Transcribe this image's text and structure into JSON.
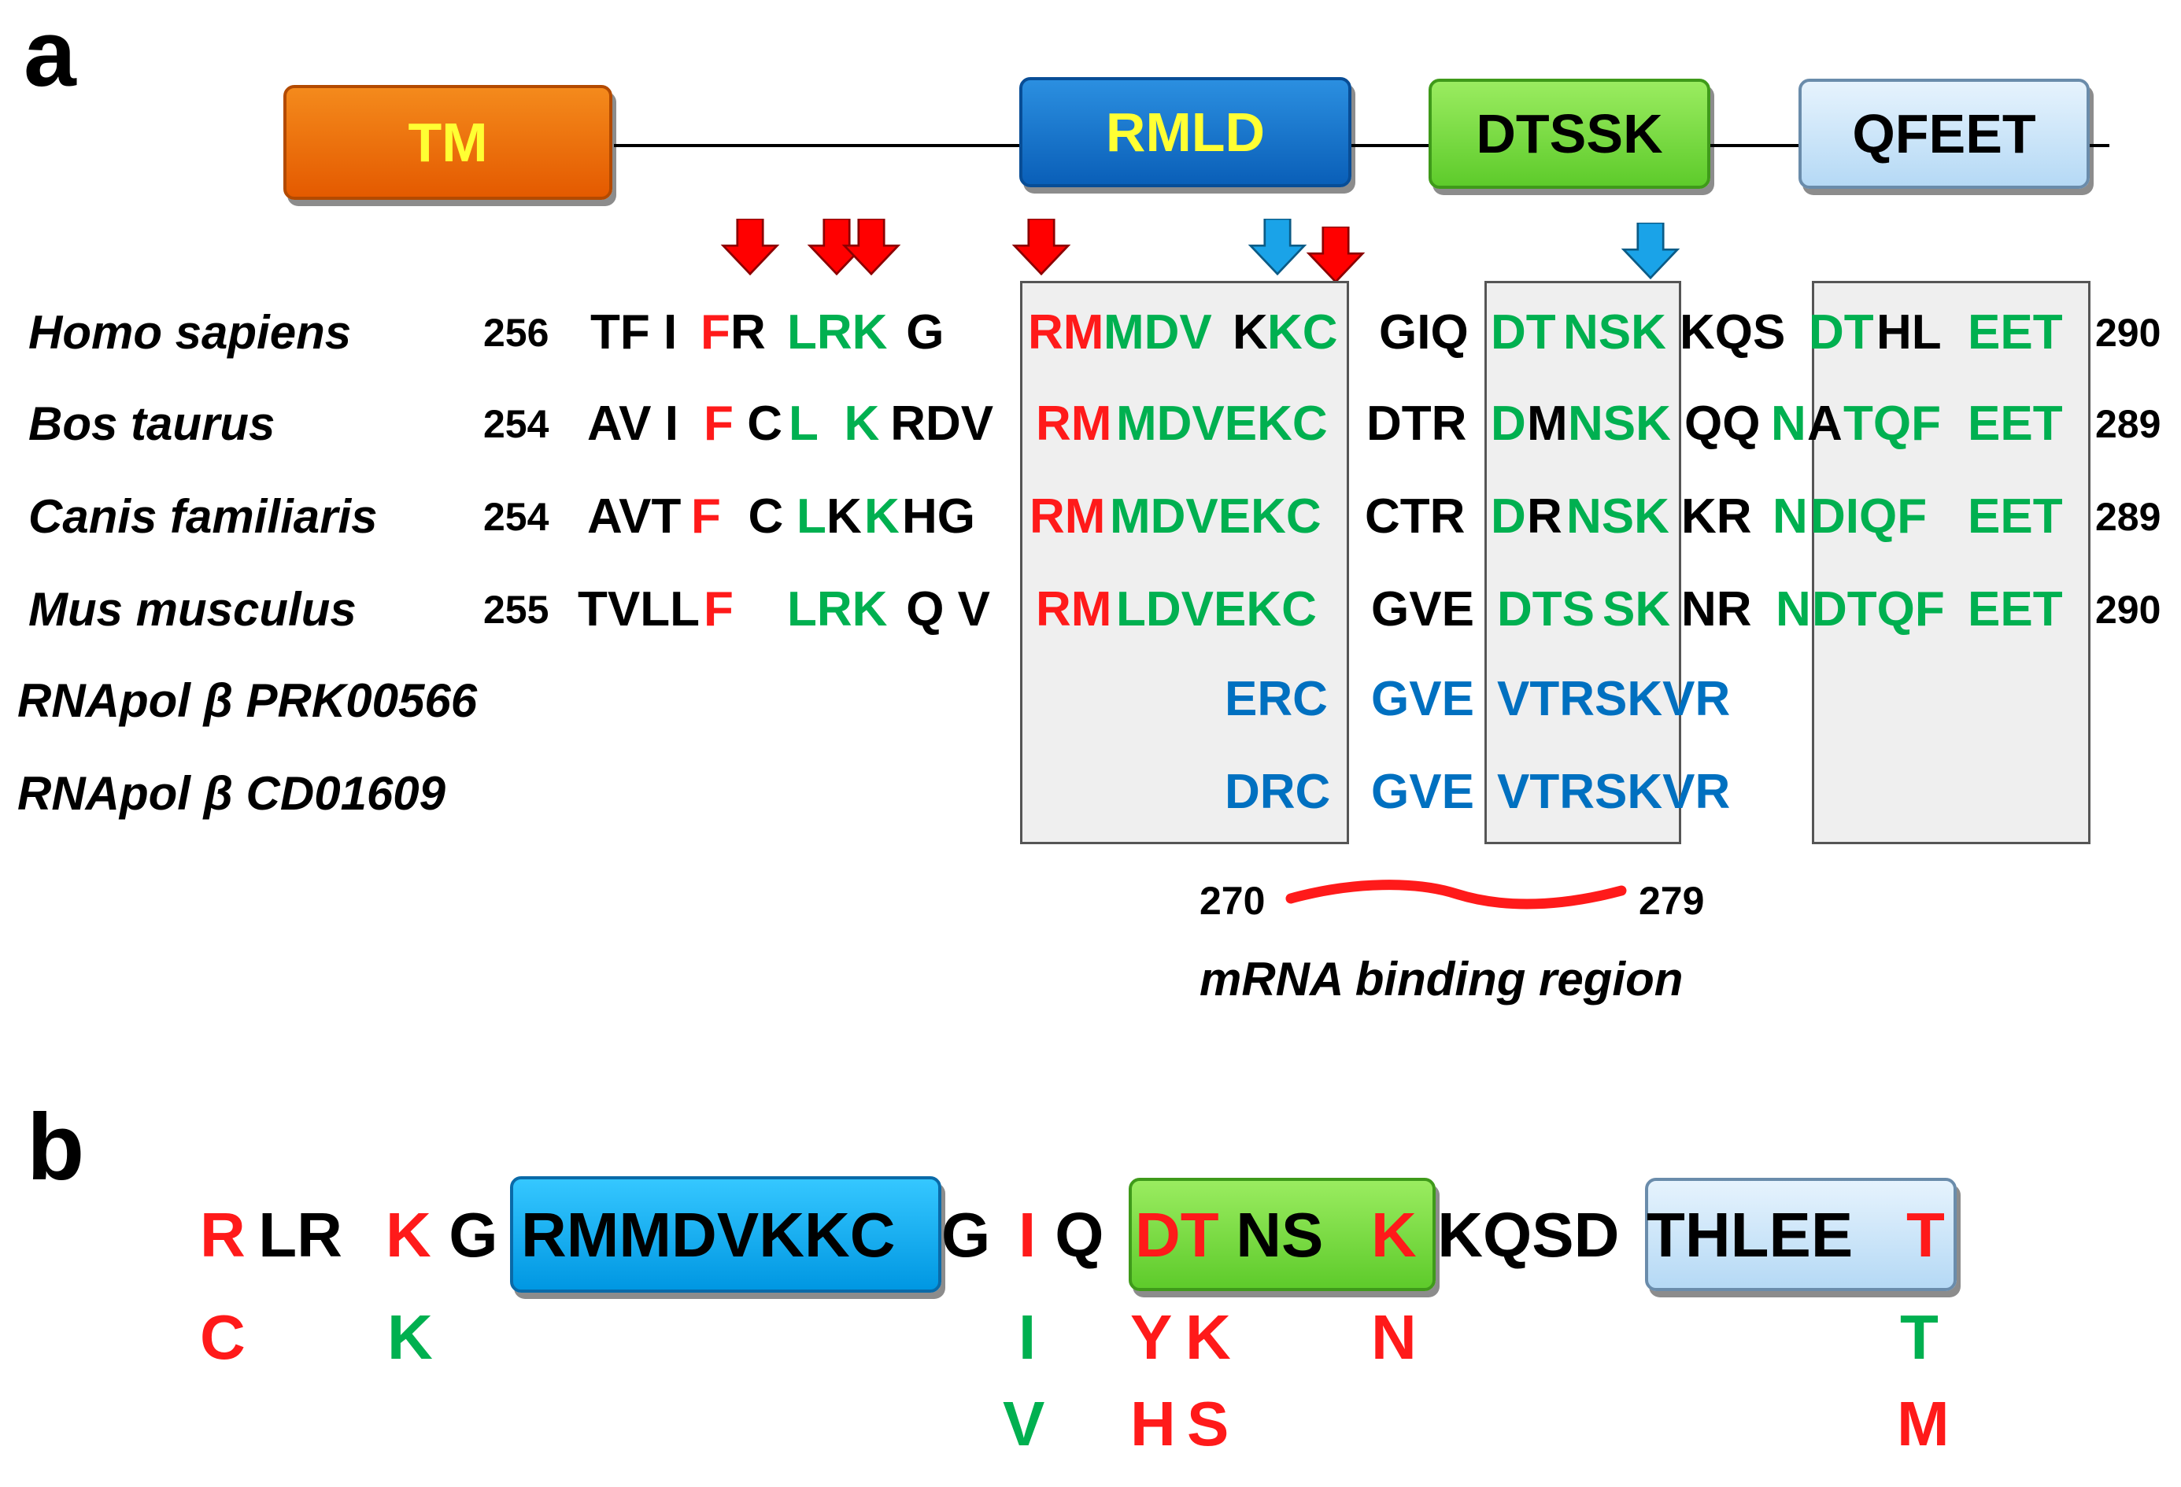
{
  "panel_a": {
    "letter": "a",
    "domains": [
      {
        "label": "TM",
        "color": "#e8620a",
        "text_color": "#ffff33"
      },
      {
        "label": "RMLD",
        "color": "#0a6cc8",
        "text_color": "#ffff33"
      },
      {
        "label": "DTSSK",
        "color": "#6fd43a",
        "text_color": "#000000"
      },
      {
        "label": "QFEET",
        "color": "#c7e4f8",
        "text_color": "#000000"
      }
    ],
    "arrow_colors": {
      "red": "#ff0000",
      "blue": "#1aa3e8"
    },
    "rows": [
      {
        "species": "Homo sapiens",
        "start": "256",
        "end": "290",
        "segments": [
          {
            "t": "TF I ",
            "c": "k"
          },
          {
            "t": "F",
            "c": "r"
          },
          {
            "t": "R ",
            "c": "k"
          },
          {
            "t": "LRK",
            "c": "g"
          },
          {
            "t": " G",
            "c": "k"
          },
          {
            "t": "RM",
            "c": "r"
          },
          {
            "t": "MDV",
            "c": "g"
          },
          {
            "t": "K",
            "c": "k"
          },
          {
            "t": "KC",
            "c": "g"
          },
          {
            "t": "GIQ",
            "c": "k"
          },
          {
            "t": "DT",
            "c": "g"
          },
          {
            "t": "NSK",
            "c": "g"
          },
          {
            "t": "KQS",
            "c": "k"
          },
          {
            "t": "DT",
            "c": "g"
          },
          {
            "t": "HL ",
            "c": "k"
          },
          {
            "t": "EET",
            "c": "g"
          }
        ]
      },
      {
        "species": "Bos taurus",
        "start": "254",
        "end": "289",
        "segments": [
          {
            "t": "AV I ",
            "c": "k"
          },
          {
            "t": "F",
            "c": "r"
          },
          {
            "t": " C",
            "c": "k"
          },
          {
            "t": "L",
            "c": "g"
          },
          {
            "t": "  K",
            "c": "g"
          },
          {
            "t": " RDV",
            "c": "k"
          },
          {
            "t": "RM",
            "c": "r"
          },
          {
            "t": "MDVEKC",
            "c": "g"
          },
          {
            "t": "DTR",
            "c": "k"
          },
          {
            "t": "D",
            "c": "g"
          },
          {
            "t": "M",
            "c": "k"
          },
          {
            "t": "NSK",
            "c": "g"
          },
          {
            "t": "QQ",
            "c": "k"
          },
          {
            "t": "N",
            "c": "g"
          },
          {
            "t": "A",
            "c": "k"
          },
          {
            "t": "TQF ",
            "c": "g"
          },
          {
            "t": "EET",
            "c": "g"
          }
        ]
      },
      {
        "species": "Canis familiaris",
        "start": "254",
        "end": "289",
        "segments": [
          {
            "t": "AVT",
            "c": "k"
          },
          {
            "t": "F",
            "c": "r"
          },
          {
            "t": "  C",
            "c": "k"
          },
          {
            "t": "L",
            "c": "g"
          },
          {
            "t": "K",
            "c": "k"
          },
          {
            "t": "K",
            "c": "g"
          },
          {
            "t": "HG",
            "c": "k"
          },
          {
            "t": "RM",
            "c": "r"
          },
          {
            "t": "MDVEKC",
            "c": "g"
          },
          {
            "t": "CTR",
            "c": "k"
          },
          {
            "t": "D",
            "c": "g"
          },
          {
            "t": "R",
            "c": "k"
          },
          {
            "t": "NSK",
            "c": "g"
          },
          {
            "t": "KR ",
            "c": "k"
          },
          {
            "t": "N",
            "c": "g"
          },
          {
            "t": "DIQF ",
            "c": "g"
          },
          {
            "t": "EET",
            "c": "g"
          }
        ]
      },
      {
        "species": "Mus musculus",
        "start": "255",
        "end": "290",
        "segments": [
          {
            "t": "TVLL",
            "c": "k"
          },
          {
            "t": "F",
            "c": "r"
          },
          {
            "t": "   ",
            "c": "k"
          },
          {
            "t": "LRK",
            "c": "g"
          },
          {
            "t": " Q V",
            "c": "k"
          },
          {
            "t": "RM",
            "c": "r"
          },
          {
            "t": "LDVEKC",
            "c": "g"
          },
          {
            "t": "GVE",
            "c": "k"
          },
          {
            "t": "DTS",
            "c": "g"
          },
          {
            "t": "SK",
            "c": "g"
          },
          {
            "t": "NR ",
            "c": "k"
          },
          {
            "t": "N",
            "c": "g"
          },
          {
            "t": "DTQF ",
            "c": "g"
          },
          {
            "t": "EET",
            "c": "g"
          }
        ]
      },
      {
        "species": "RNApol β PRK00566",
        "start": "",
        "end": "",
        "segments": [
          {
            "t": "ERC",
            "c": "b"
          },
          {
            "t": "GVE",
            "c": "b"
          },
          {
            "t": "VTRSKVR",
            "c": "b"
          }
        ]
      },
      {
        "species": "RNApol β CD01609",
        "start": "",
        "end": "",
        "segments": [
          {
            "t": "DRC",
            "c": "b"
          },
          {
            "t": "GVE",
            "c": "b"
          },
          {
            "t": "VTRSKVR",
            "c": "b"
          }
        ]
      }
    ],
    "binding_start": "270",
    "binding_end": "279",
    "binding_caption": "mRNA binding region"
  },
  "panel_b": {
    "letter": "b",
    "sequence": [
      {
        "t": "R",
        "c": "r"
      },
      {
        "t": " LR ",
        "c": "k"
      },
      {
        "t": "K",
        "c": "r"
      },
      {
        "t": " G",
        "c": "k"
      },
      {
        "t": "RMMDVKKC",
        "c": "k"
      },
      {
        "t": "G ",
        "c": "k"
      },
      {
        "t": "I",
        "c": "r"
      },
      {
        "t": " Q ",
        "c": "k"
      },
      {
        "t": "DT",
        "c": "r"
      },
      {
        "t": " NS ",
        "c": "k"
      },
      {
        "t": "K",
        "c": "r"
      },
      {
        "t": " KQSD",
        "c": "k"
      },
      {
        "t": "THLEE ",
        "c": "k"
      },
      {
        "t": "T",
        "c": "r"
      }
    ],
    "mutations_row1": [
      {
        "t": "C",
        "c": "r"
      },
      {
        "t": "K",
        "c": "g"
      },
      {
        "t": "I",
        "c": "g"
      },
      {
        "t": "Y",
        "c": "r"
      },
      {
        "t": "K",
        "c": "r"
      },
      {
        "t": "N",
        "c": "r"
      },
      {
        "t": "T",
        "c": "g"
      }
    ],
    "mutations_row2": [
      {
        "t": "V",
        "c": "g"
      },
      {
        "t": "H",
        "c": "r"
      },
      {
        "t": "S",
        "c": "r"
      },
      {
        "t": "M",
        "c": "r"
      }
    ]
  }
}
